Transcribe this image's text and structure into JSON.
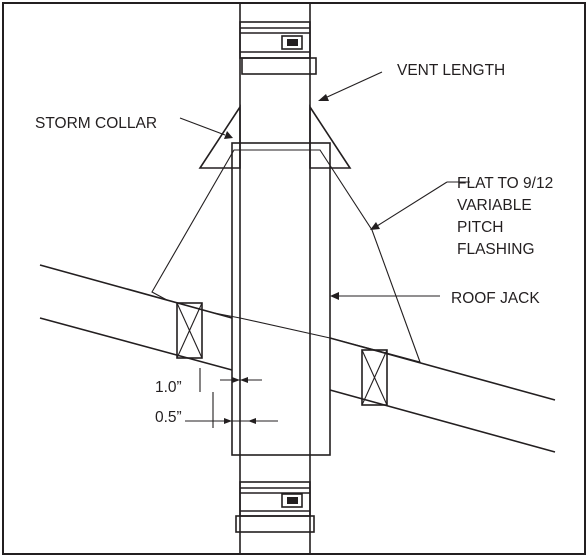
{
  "labels": {
    "vent_length": "VENT LENGTH",
    "storm_collar": "STORM COLLAR",
    "flashing_line1": "FLAT TO 9/12",
    "flashing_line2": "VARIABLE",
    "flashing_line3": "PITCH",
    "flashing_line4": "FLASHING",
    "roof_jack": "ROOF JACK",
    "dim_1": "1.0”",
    "dim_2": "0.5”"
  },
  "colors": {
    "line": "#231f20",
    "background": "#ffffff"
  }
}
